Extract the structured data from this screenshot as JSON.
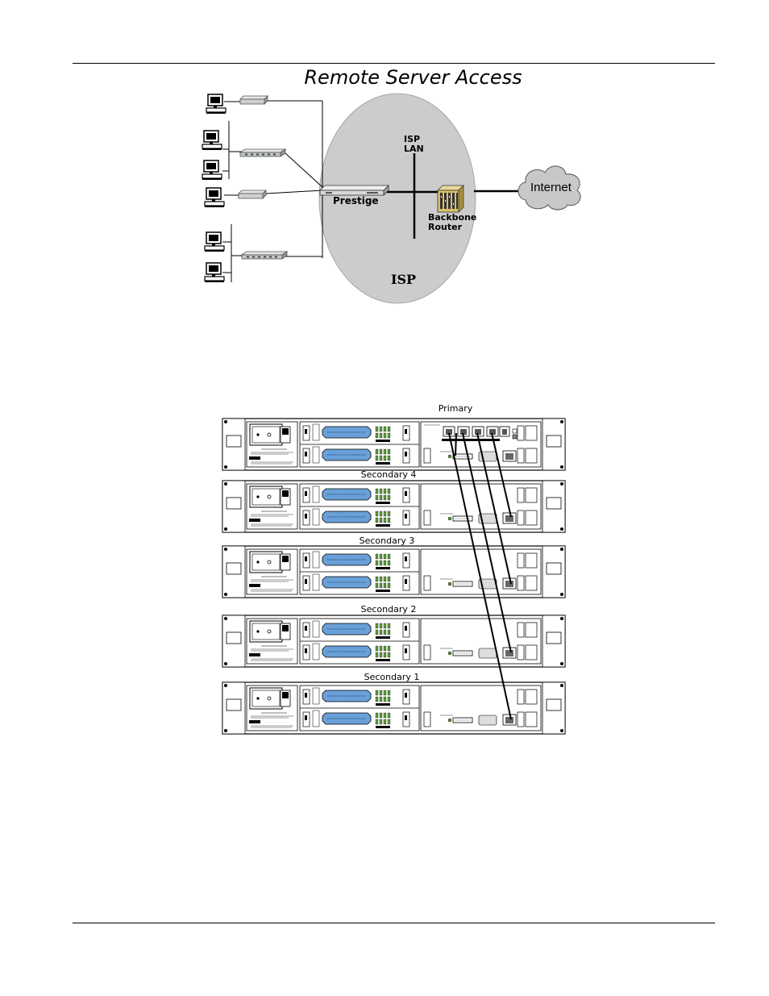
{
  "figure1": {
    "title": "Remote Server Access",
    "labels": {
      "isp_lan_line1": "ISP",
      "isp_lan_line2": "LAN",
      "prestige": "Prestige",
      "backbone_line1": "Backbone",
      "backbone_line2": "Router",
      "isp": "ISP",
      "internet": "Internet"
    },
    "icons": [
      "computer-icon",
      "modem-icon",
      "hub-icon",
      "prestige-device-icon",
      "backbone-router-icon",
      "cloud-icon"
    ]
  },
  "figure2": {
    "units": [
      {
        "label": "Primary"
      },
      {
        "label": "Secondary 4"
      },
      {
        "label": "Secondary 3"
      },
      {
        "label": "Secondary 2"
      },
      {
        "label": "Secondary 1"
      }
    ],
    "icons": [
      "rack-unit-icon",
      "power-socket-icon",
      "scsi-connector-icon",
      "rj45-port-icon",
      "cable-icon"
    ]
  },
  "colors": {
    "isp_ellipse": "#cccccc",
    "cloud": "#c8c8c8",
    "connector_blue": "#6aa0d8",
    "led_green": "#5c9a3c",
    "router_gold": "#d9c06a"
  }
}
